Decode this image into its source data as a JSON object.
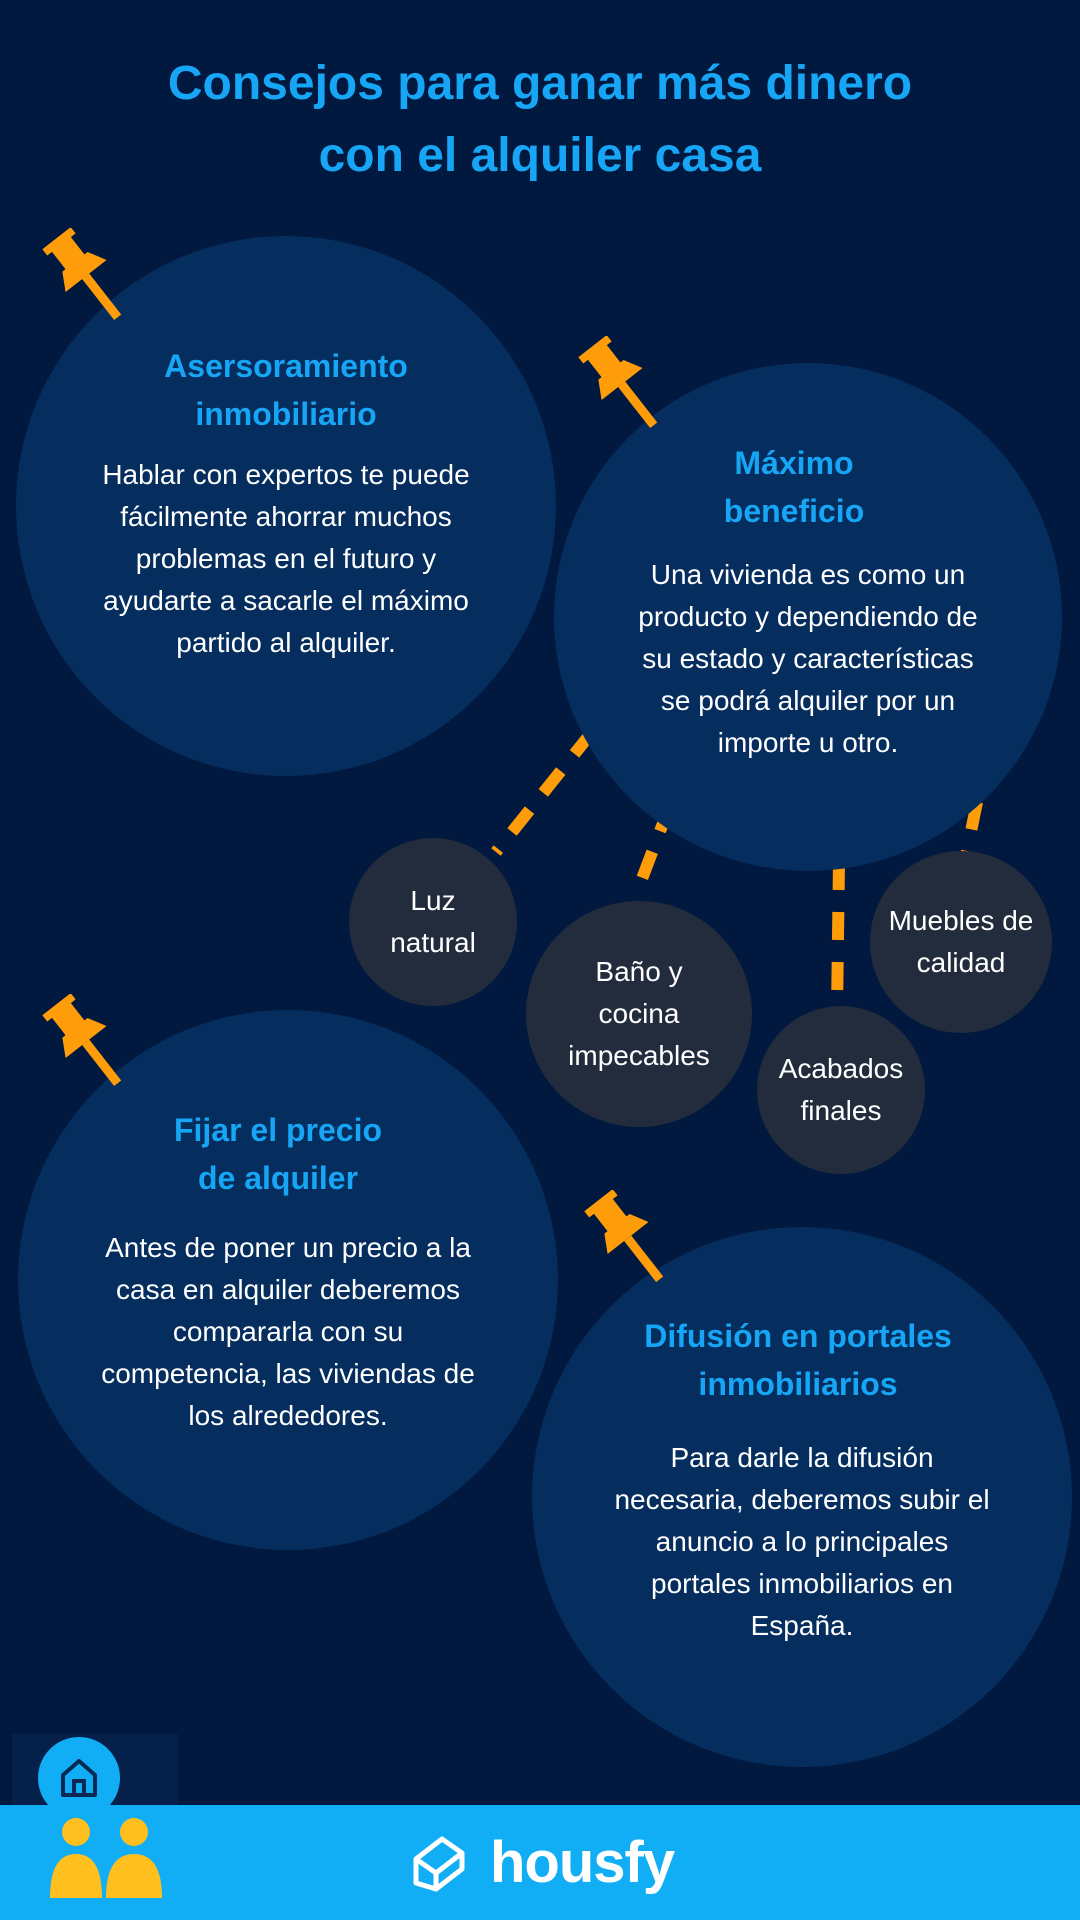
{
  "header": {
    "title_line1": "Consejos para ganar más dinero",
    "title_line2": "con el alquiler casa"
  },
  "tips": [
    {
      "title_line1": "Asersoramiento",
      "title_line2": "inmobiliario",
      "body": [
        "Hablar con expertos te puede",
        "fácilmente ahorrar muchos",
        "problemas en el futuro y",
        "ayudarte a sacarle el máximo",
        "partido al alquiler."
      ]
    },
    {
      "title_line1": "Máximo",
      "title_line2": "beneficio",
      "body": [
        "Una vivienda es como un",
        "producto y dependiendo de",
        "su estado y características",
        "se podrá alquiler por un",
        "importe u otro."
      ]
    },
    {
      "title_line1": "Fijar el precio",
      "title_line2": "de alquiler",
      "body": [
        "Antes de poner un precio a la",
        "casa en alquiler deberemos",
        "compararla con su",
        "competencia, las viviendas de",
        "los alrededores."
      ]
    },
    {
      "title_line1": "Difusión en portales",
      "title_line2": "inmobiliarios",
      "body": [
        "Para darle la difusión",
        "necesaria, deberemos subir el",
        "anuncio a lo principales",
        "portales inmobiliarios en",
        "España."
      ]
    }
  ],
  "features": [
    {
      "line1": "Luz",
      "line2": "natural",
      "line3": ""
    },
    {
      "line1": "Baño y",
      "line2": "cocina",
      "line3": "impecables"
    },
    {
      "line1": "Acabados",
      "line2": "finales",
      "line3": ""
    },
    {
      "line1": "Muebles de",
      "line2": "calidad",
      "line3": ""
    }
  ],
  "footer": {
    "brand": "housfy",
    "icons": [
      "home-icon",
      "people-icon",
      "housfy-logo-icon",
      "pushpin-icon"
    ]
  },
  "colors": {
    "background": "#01183f",
    "circle": "#052d5e",
    "feature_circle": "#222c3d",
    "accent_blue": "#16a6f5",
    "pin_orange": "#ff9c0a",
    "footer_bar": "#12aef5"
  }
}
